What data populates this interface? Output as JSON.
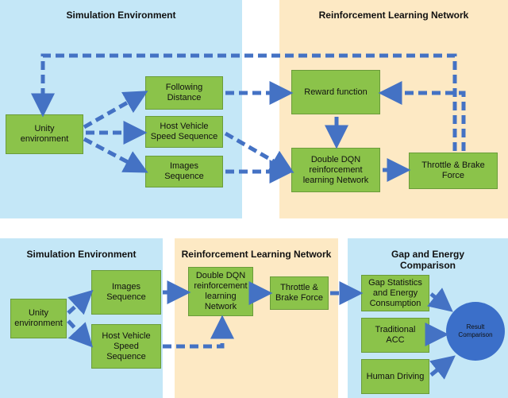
{
  "colors": {
    "sim_panel": "#c4e7f7",
    "rl_panel": "#fde9c4",
    "gap_panel": "#c4e7f7",
    "box_fill": "#8bc34a",
    "arrow": "#4472c4",
    "result_circle": "#3b6fc9"
  },
  "top": {
    "sim_title": "Simulation Environment",
    "rl_title": "Reinforcement Learning Network",
    "unity": "Unity\nenvironment",
    "following": "Following\nDistance",
    "host_speed": "Host Vehicle\nSpeed Sequence",
    "images": "Images\nSequence",
    "reward": "Reward function",
    "ddqn": "Double DQN\nreinforcement\nlearning Network",
    "throttle": "Throttle & Brake\nForce"
  },
  "bottom": {
    "sim_title": "Simulation Environment",
    "rl_title": "Reinforcement Learning Network",
    "gap_title": "Gap and Energy\nComparison",
    "unity": "Unity\nenvironment",
    "images": "Images\nSequence",
    "host_speed": "Host Vehicle\nSpeed\nSequence",
    "ddqn": "Double DQN\nreinforcement\nlearning\nNetwork",
    "throttle": "Throttle &\nBrake Force",
    "gap_stats": "Gap Statistics\nand Energy\nConsumption",
    "traditional": "Traditional\nACC",
    "human": "Human Driving",
    "result": "Result\nComparison"
  }
}
